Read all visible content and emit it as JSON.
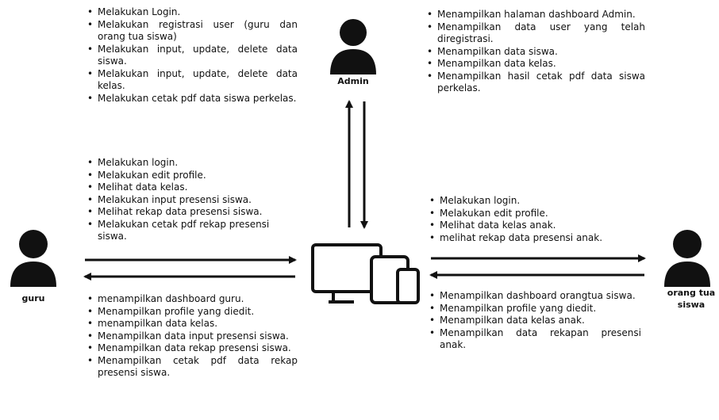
{
  "actors": {
    "admin": "Admin",
    "guru": "guru",
    "orang_tua": "orang tua siswa"
  },
  "admin_actions": [
    "Melakukan Login.",
    "Melakukan registrasi user (guru dan orang tua siswa)",
    "Melakukan input, update, delete data siswa.",
    "Melakukan input, update, delete data kelas.",
    "Melakukan cetak pdf data siswa perkelas."
  ],
  "admin_outputs": [
    "Menampilkan halaman dashboard Admin.",
    "Menampilkan data user yang telah diregistrasi.",
    "Menampilkan data siswa.",
    "Menampilkan data kelas.",
    "Menampilkan hasil cetak pdf data siswa perkelas."
  ],
  "guru_actions": [
    "Melakukan login.",
    "Melakukan edit profile.",
    "Melihat data kelas.",
    "Melakukan input presensi siswa.",
    "Melihat rekap data presensi siswa.",
    "Melakukan cetak pdf  rekap presensi siswa."
  ],
  "guru_outputs": [
    "menampilkan dashboard guru.",
    "Menampilkan profile yang diedit.",
    "menampilkan data kelas.",
    "Menampilkan data input presensi siswa.",
    "Menampilkan data rekap presensi siswa.",
    "Menampilkan cetak pdf data rekap presensi siswa."
  ],
  "ortu_actions": [
    "Melakukan login.",
    "Melakukan edit profile.",
    "Melihat data kelas anak.",
    "melihat rekap data presensi anak."
  ],
  "ortu_outputs": [
    "Menampilkan dashboard orangtua siswa.",
    "Menampilkan profile yang diedit.",
    "Menampilkan data kelas anak.",
    "Menampilkan data rekapan presensi anak."
  ],
  "icons": {
    "user": "user-silhouette-icon",
    "system": "devices-icon"
  },
  "colors": {
    "ink": "#111111",
    "background": "#ffffff"
  }
}
